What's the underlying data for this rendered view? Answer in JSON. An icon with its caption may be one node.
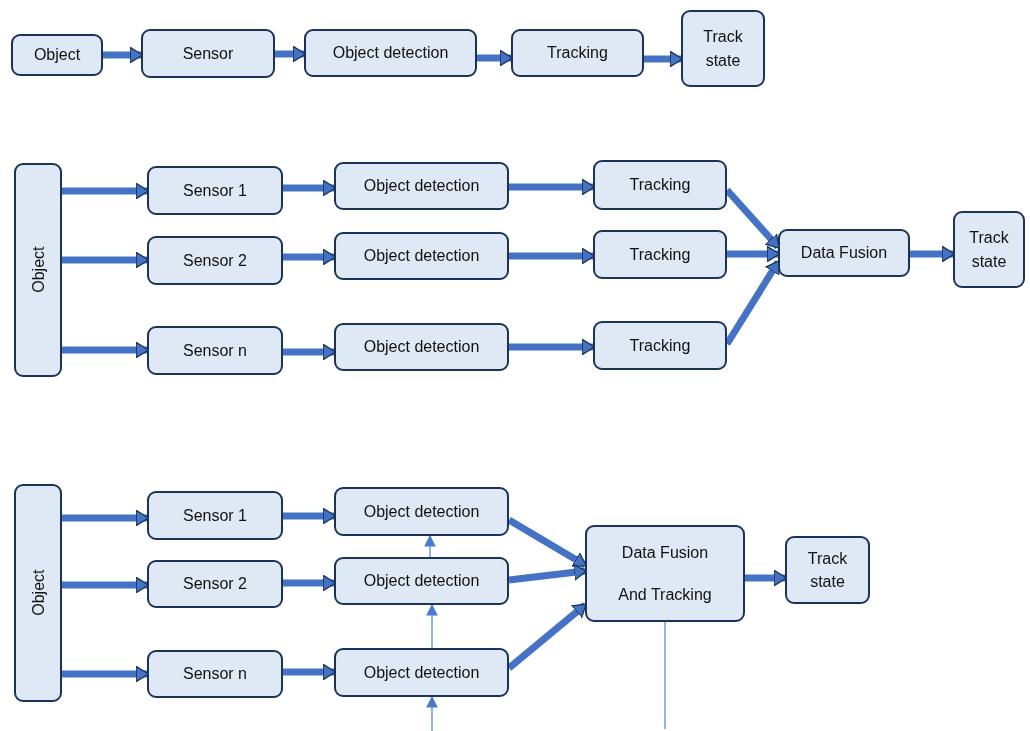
{
  "diagram": {
    "nodes": [
      {
        "text": [
          "Object"
        ]
      },
      {
        "text": [
          "Sensor"
        ]
      },
      {
        "text": [
          "Object detection"
        ]
      },
      {
        "text": [
          "Tracking"
        ]
      },
      {
        "text": [
          "Track state"
        ]
      },
      {
        "text": [
          "Object"
        ]
      },
      {
        "text": [
          "Sensor 1"
        ]
      },
      {
        "text": [
          "Object detection"
        ]
      },
      {
        "text": [
          "Tracking"
        ]
      },
      {
        "text": [
          "Sensor 2"
        ]
      },
      {
        "text": [
          "Object detection"
        ]
      },
      {
        "text": [
          "Tracking"
        ]
      },
      {
        "text": [
          "Sensor n"
        ]
      },
      {
        "text": [
          "Object detection"
        ]
      },
      {
        "text": [
          "Tracking"
        ]
      },
      {
        "text": [
          "Data Fusion"
        ]
      },
      {
        "text": [
          "Track state"
        ]
      },
      {
        "text": [
          "Object"
        ]
      },
      {
        "text": [
          "Sensor 1"
        ]
      },
      {
        "text": [
          "Object detection"
        ]
      },
      {
        "text": [
          "Sensor 2"
        ]
      },
      {
        "text": [
          "Object detection"
        ]
      },
      {
        "text": [
          "Sensor n"
        ]
      },
      {
        "text": [
          "Object detection"
        ]
      },
      {
        "text": [
          "Data Fusion",
          "And Tracking"
        ]
      },
      {
        "text": [
          "Track state"
        ]
      }
    ],
    "edges": [
      {
        "from": 0,
        "to": 1,
        "arrow": "to"
      },
      {
        "from": 1,
        "to": 2,
        "arrow": "to"
      },
      {
        "from": 2,
        "to": 3,
        "arrow": "to"
      },
      {
        "from": 3,
        "to": 4,
        "arrow": "to"
      },
      {
        "from": 5,
        "to": 6,
        "arrow": "to"
      },
      {
        "from": 5,
        "to": 9,
        "arrow": "to"
      },
      {
        "from": 5,
        "to": 12,
        "arrow": "to"
      },
      {
        "from": 6,
        "to": 7,
        "arrow": "to"
      },
      {
        "from": 9,
        "to": 10,
        "arrow": "to"
      },
      {
        "from": 12,
        "to": 13,
        "arrow": "to"
      },
      {
        "from": 7,
        "to": 8,
        "arrow": "to"
      },
      {
        "from": 10,
        "to": 11,
        "arrow": "to"
      },
      {
        "from": 13,
        "to": 14,
        "arrow": "to"
      },
      {
        "from": 8,
        "to": 15,
        "arrow": "to"
      },
      {
        "from": 11,
        "to": 15,
        "arrow": "to"
      },
      {
        "from": 14,
        "to": 15,
        "arrow": "to"
      },
      {
        "from": 15,
        "to": 16,
        "arrow": "to"
      },
      {
        "from": 17,
        "to": 18,
        "arrow": "to"
      },
      {
        "from": 17,
        "to": 20,
        "arrow": "to"
      },
      {
        "from": 17,
        "to": 22,
        "arrow": "to"
      },
      {
        "from": 18,
        "to": 19,
        "arrow": "to"
      },
      {
        "from": 20,
        "to": 21,
        "arrow": "to"
      },
      {
        "from": 22,
        "to": 23,
        "arrow": "to"
      },
      {
        "from": 19,
        "to": 24,
        "arrow": "to"
      },
      {
        "from": 21,
        "to": 24,
        "arrow": "to"
      },
      {
        "from": 23,
        "to": 24,
        "arrow": "to"
      },
      {
        "from": 24,
        "to": 25,
        "arrow": "to"
      },
      {
        "from": 21,
        "to": 19,
        "arrow": "to",
        "color": "#5b8bd9"
      },
      {
        "from": 23,
        "to": 21,
        "arrow": "to",
        "color": "#5b8bd9"
      },
      {
        "from": null,
        "to": 23,
        "arrow": "to",
        "color": "#5b8bd9"
      },
      {
        "from": 24,
        "to": null,
        "arrow": "none",
        "color": "#5b8bd9"
      }
    ]
  }
}
